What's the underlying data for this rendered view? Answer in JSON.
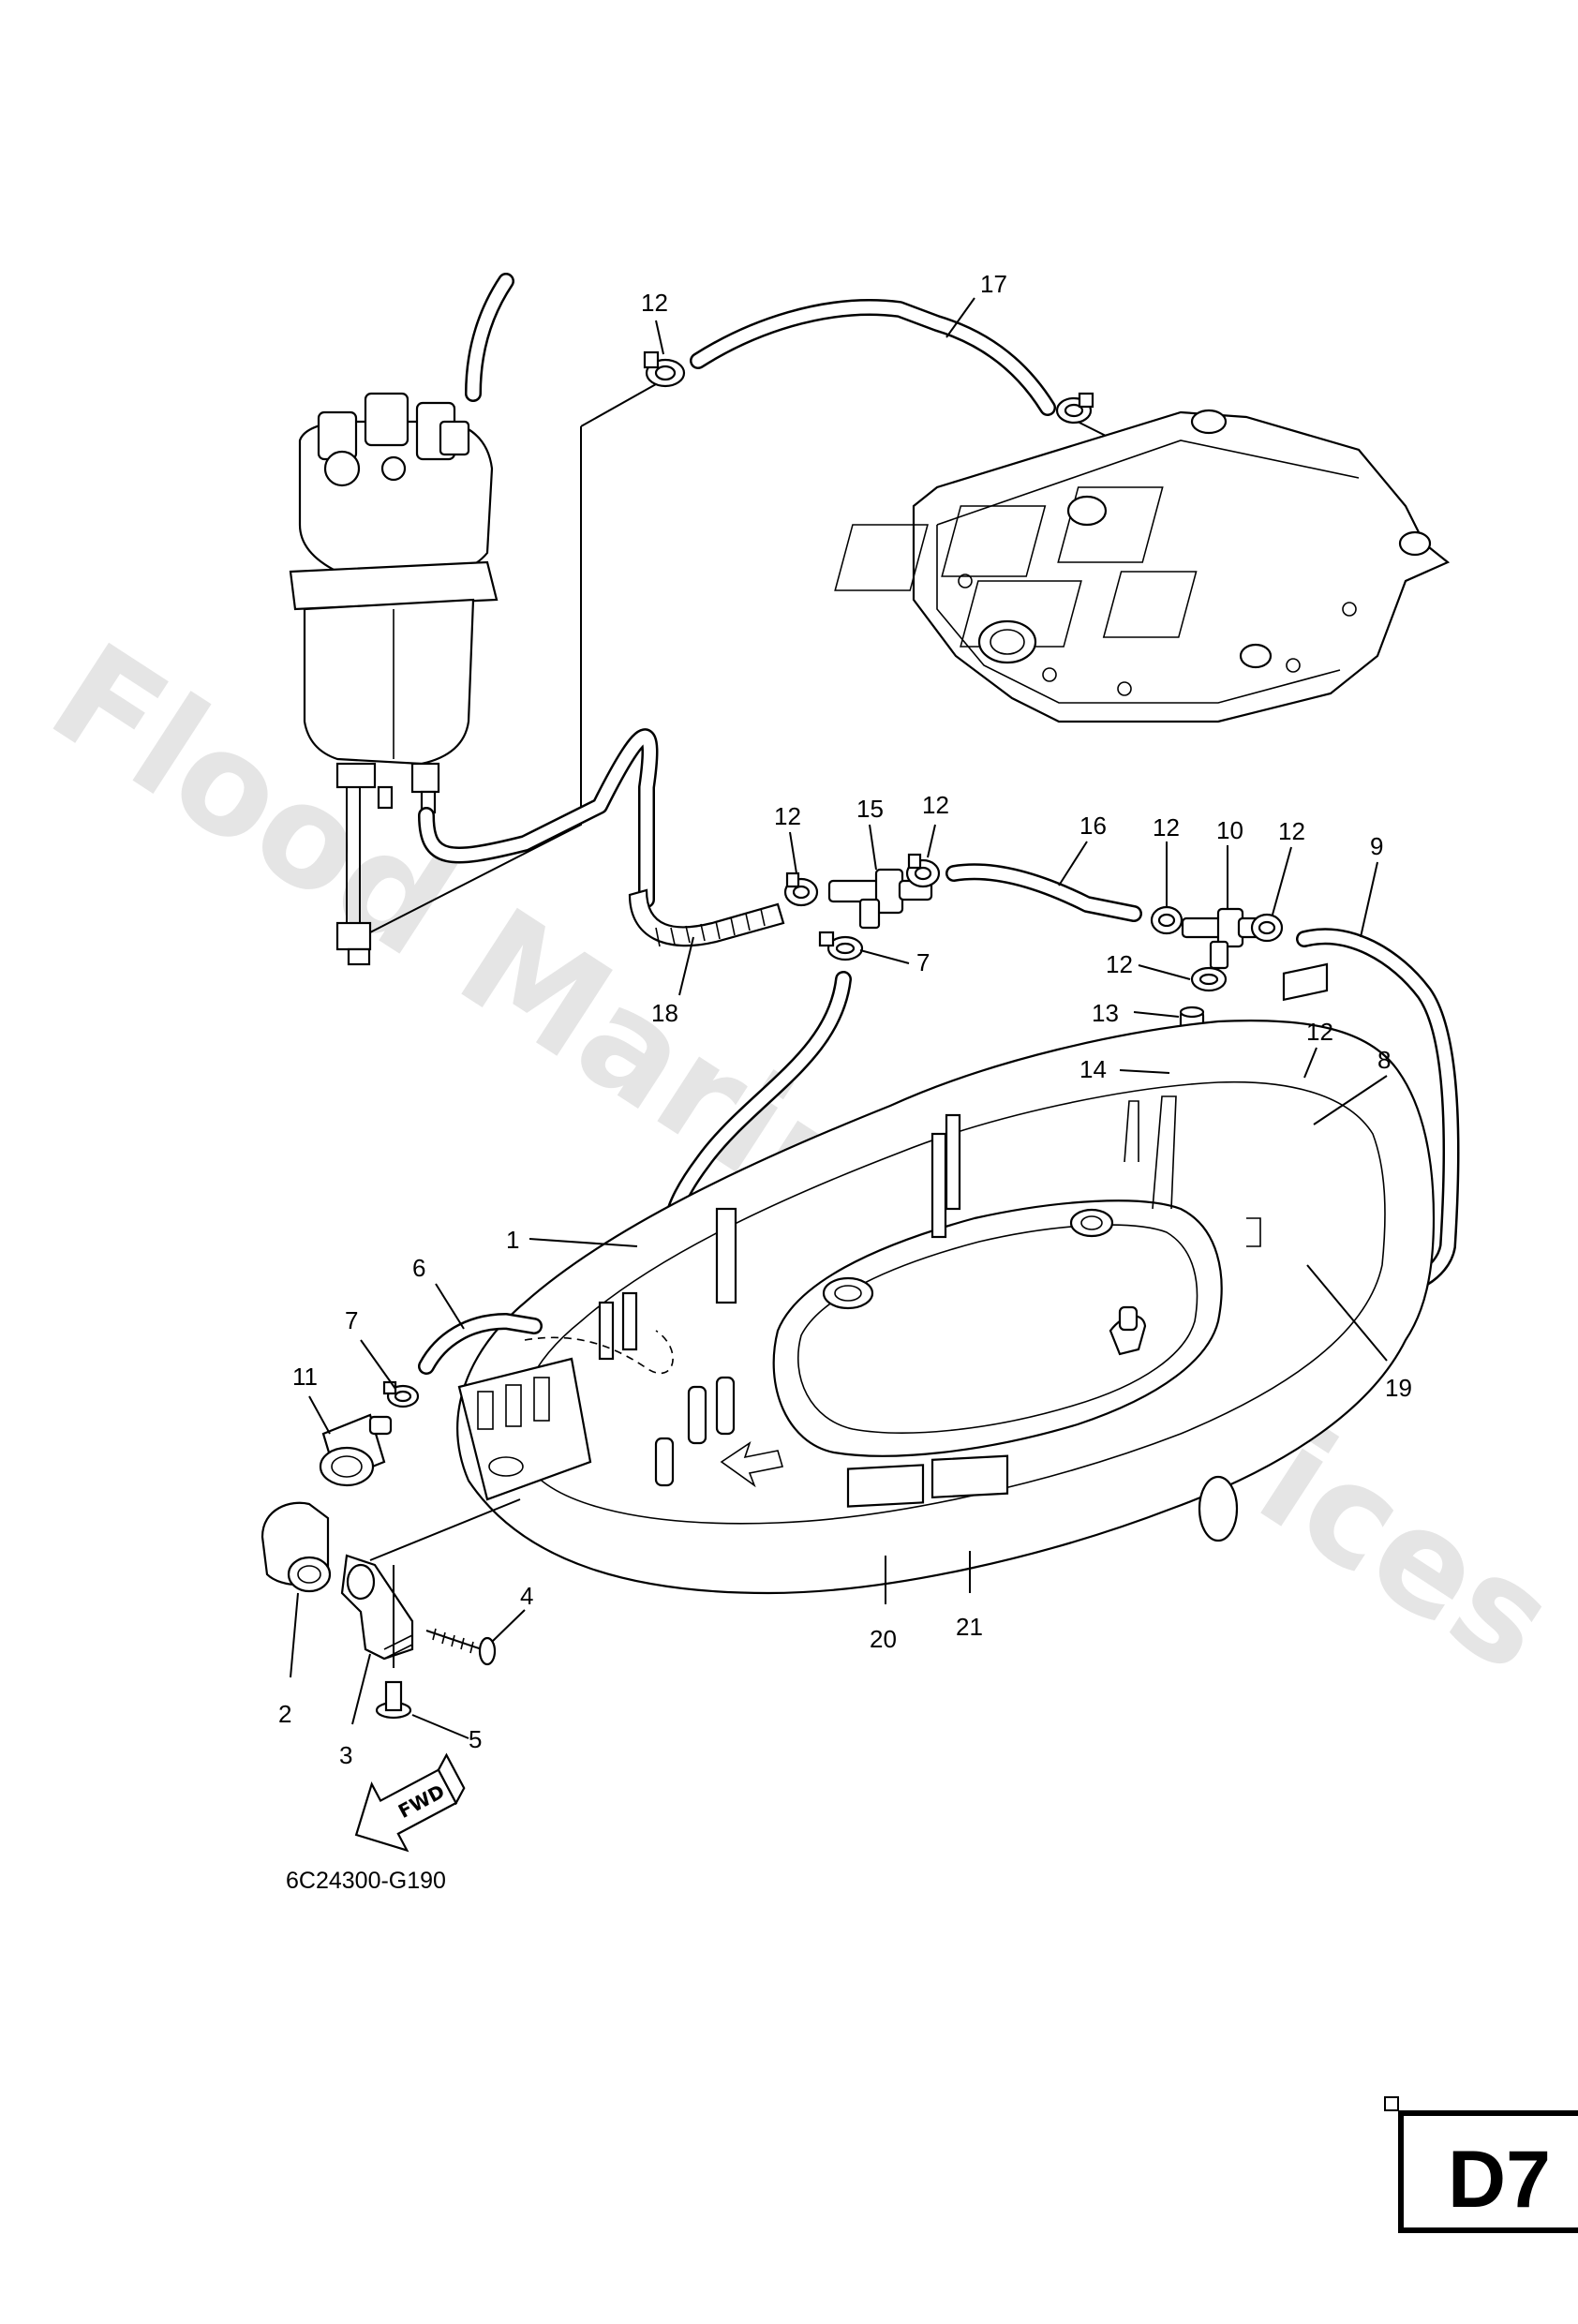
{
  "watermark": "Flood Marine Services",
  "diagram_code": "6C24300-G190",
  "page_tag": "D7",
  "fwd_label": "FWD",
  "callouts": [
    {
      "id": "c1",
      "label": "1"
    },
    {
      "id": "c2",
      "label": "2"
    },
    {
      "id": "c3",
      "label": "3"
    },
    {
      "id": "c4",
      "label": "4"
    },
    {
      "id": "c5",
      "label": "5"
    },
    {
      "id": "c6",
      "label": "6"
    },
    {
      "id": "c7a",
      "label": "7"
    },
    {
      "id": "c7b",
      "label": "7"
    },
    {
      "id": "c8",
      "label": "8"
    },
    {
      "id": "c9",
      "label": "9"
    },
    {
      "id": "c10",
      "label": "10"
    },
    {
      "id": "c11",
      "label": "11"
    },
    {
      "id": "c12a",
      "label": "12"
    },
    {
      "id": "c12b",
      "label": "12"
    },
    {
      "id": "c12c",
      "label": "12"
    },
    {
      "id": "c12d",
      "label": "12"
    },
    {
      "id": "c12e",
      "label": "12"
    },
    {
      "id": "c12f",
      "label": "12"
    },
    {
      "id": "c12g",
      "label": "12"
    },
    {
      "id": "c13",
      "label": "13"
    },
    {
      "id": "c14",
      "label": "14"
    },
    {
      "id": "c15",
      "label": "15"
    },
    {
      "id": "c16",
      "label": "16"
    },
    {
      "id": "c17",
      "label": "17"
    },
    {
      "id": "c18",
      "label": "18"
    },
    {
      "id": "c19",
      "label": "19"
    },
    {
      "id": "c20",
      "label": "20"
    },
    {
      "id": "c21",
      "label": "21"
    }
  ]
}
